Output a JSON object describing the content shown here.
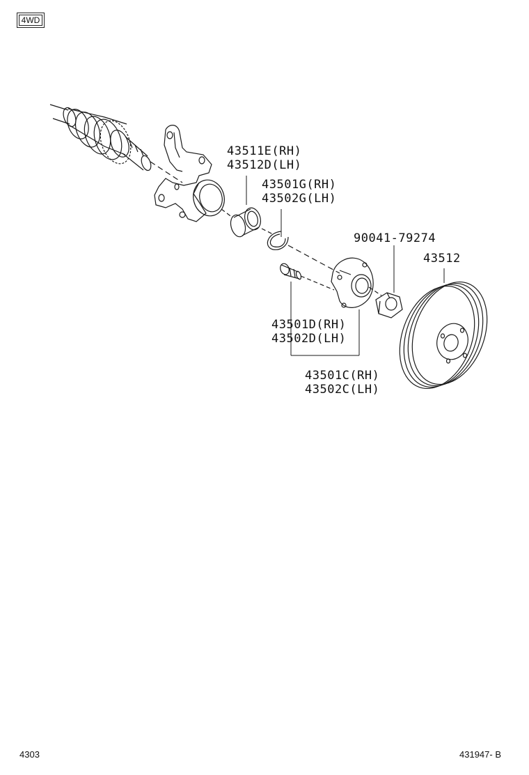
{
  "tag": "4WD",
  "callouts": {
    "bearing_rh": "43511E(RH)",
    "bearing_lh": "43512D(LH)",
    "snapring_rh": "43501G(RH)",
    "snapring_lh": "43502G(LH)",
    "nut": "90041-79274",
    "disc": "43512",
    "bolt_rh": "43501D(RH)",
    "bolt_lh": "43502D(LH)",
    "hub_rh": "43501C(RH)",
    "hub_lh": "43502C(LH)"
  },
  "footer": {
    "page_code": "4303",
    "figure_code": "431947- B"
  }
}
